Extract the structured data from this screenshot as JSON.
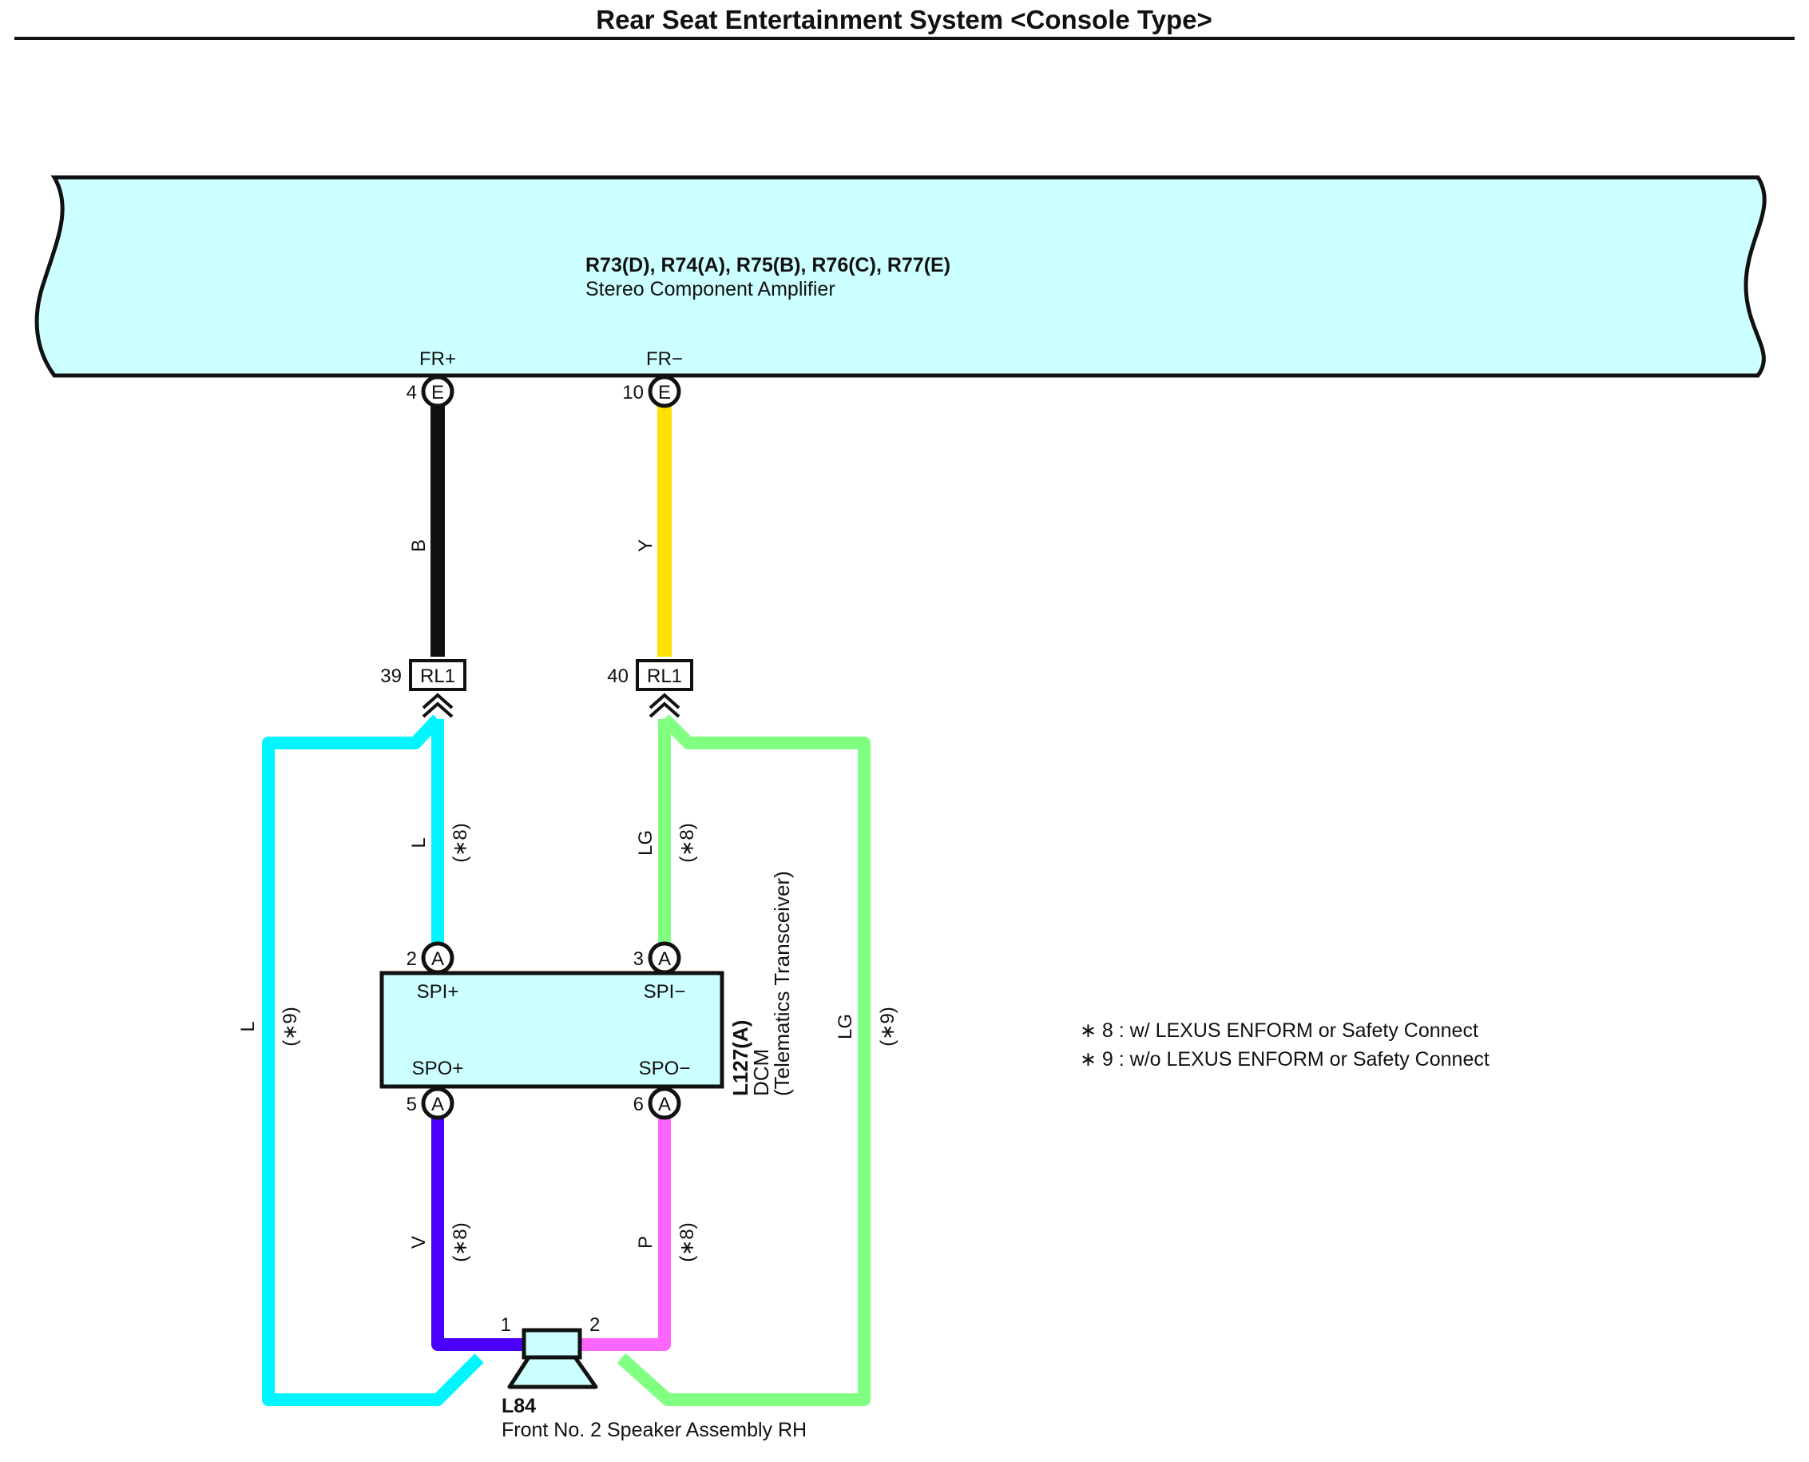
{
  "title": "Rear Seat Entertainment System <Console Type>",
  "amplifier": {
    "connectors": "R73(D), R74(A), R75(B), R76(C), R77(E)",
    "name": "Stereo Component Amplifier",
    "pins": [
      {
        "signal": "FR+",
        "number": "4",
        "connector": "E"
      },
      {
        "signal": "FR−",
        "number": "10",
        "connector": "E"
      }
    ]
  },
  "junction": [
    {
      "number": "39",
      "label": "RL1"
    },
    {
      "number": "40",
      "label": "RL1"
    }
  ],
  "dcm": {
    "id": "L127(A)",
    "name": "DCM",
    "subtitle": "(Telematics Transceiver)",
    "pins": [
      {
        "signal": "SPI+",
        "number": "2",
        "connector": "A"
      },
      {
        "signal": "SPI−",
        "number": "3",
        "connector": "A"
      },
      {
        "signal": "SPO+",
        "number": "5",
        "connector": "A"
      },
      {
        "signal": "SPO−",
        "number": "6",
        "connector": "A"
      }
    ]
  },
  "speaker": {
    "id": "L84",
    "name": "Front No. 2 Speaker Assembly RH",
    "pin1": "1",
    "pin2": "2"
  },
  "wires": {
    "b": {
      "code": "B",
      "note": "",
      "color": "#111111"
    },
    "y": {
      "code": "Y",
      "note": "",
      "color": "#ffe000"
    },
    "l_dcm": {
      "code": "L",
      "note": "(∗8)",
      "color": "#00f5ff"
    },
    "lg_dcm": {
      "code": "LG",
      "note": "(∗8)",
      "color": "#80ff80"
    },
    "l_outer": {
      "code": "L",
      "note": "(∗9)",
      "color": "#00f5ff"
    },
    "lg_outer": {
      "code": "LG",
      "note": "(∗9)",
      "color": "#80ff80"
    },
    "v": {
      "code": "V",
      "note": "(∗8)",
      "color": "#4a00ff"
    },
    "p": {
      "code": "P",
      "note": "(∗8)",
      "color": "#ff66ff"
    }
  },
  "notes": [
    "∗ 8 : w/ LEXUS ENFORM or Safety Connect",
    "∗ 9 : w/o LEXUS ENFORM or Safety Connect"
  ],
  "colors": {
    "component_fill": "#ccffff"
  }
}
